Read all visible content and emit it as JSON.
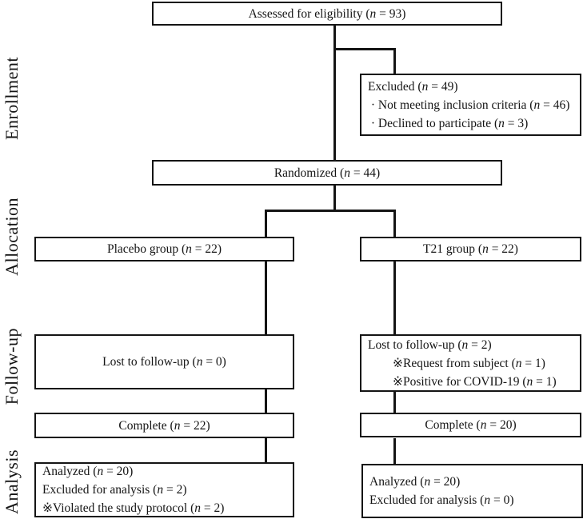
{
  "figure": {
    "type": "consort-flow-diagram",
    "description": "Participant flow diagram of a randomized controlled trial"
  },
  "colors": {
    "background": "#ffffff",
    "line": "#141414",
    "text": "#141414"
  },
  "stages": [
    "Enrollment",
    "Allocation",
    "Follow-up",
    "Analysis"
  ],
  "boxes": {
    "assessed": {
      "lines": [
        "Assessed for eligibility (n = 93)"
      ]
    },
    "excluded": {
      "lines": [
        "Excluded (n = 49)",
        " · Not meeting inclusion criteria (n = 46)",
        " · Declined to participate (n = 3)"
      ]
    },
    "randomized": {
      "lines": [
        "Randomized (n = 44)"
      ]
    },
    "placebo_group": {
      "lines": [
        "Placebo group (n = 22)"
      ]
    },
    "t21_group": {
      "lines": [
        "T21 group (n = 22)"
      ]
    },
    "lost_placebo": {
      "lines": [
        "Lost to follow-up (n = 0)"
      ]
    },
    "lost_t21": {
      "lines": [
        "Lost to follow-up (n = 2)",
        "        ※Request from subject (n = 1)",
        "        ※Positive for COVID-19 (n = 1)"
      ]
    },
    "complete_placebo": {
      "lines": [
        "Complete (n = 22)"
      ]
    },
    "complete_t21": {
      "lines": [
        "Complete (n = 20)"
      ]
    },
    "analyzed_placebo": {
      "lines": [
        "Analyzed (n = 20)",
        "Excluded for analysis (n = 2)",
        "※Violated the study protocol (n = 2)"
      ]
    },
    "analyzed_t21": {
      "lines": [
        "Analyzed (n = 20)",
        "Excluded for analysis (n = 0)"
      ]
    }
  }
}
